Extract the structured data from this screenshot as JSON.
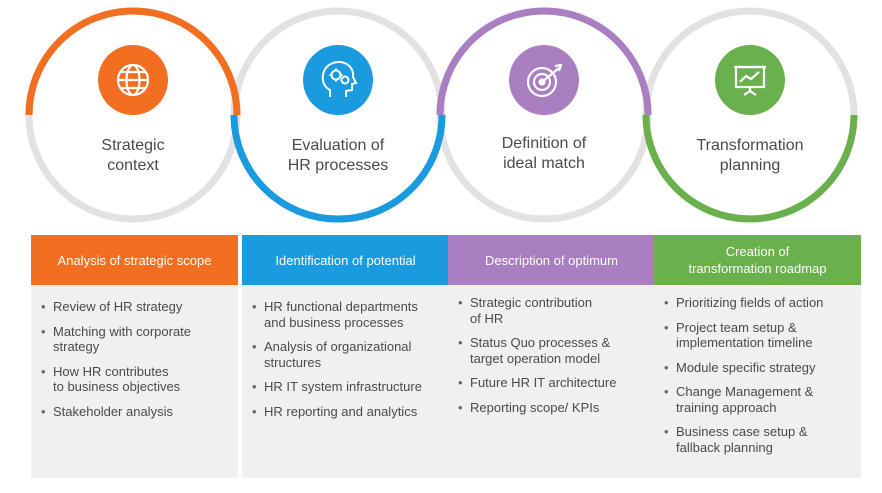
{
  "stages": [
    {
      "title": "Strategic\ncontext",
      "icon": "globe-icon",
      "color": "#f26f21"
    },
    {
      "title": "Evaluation of\nHR processes",
      "icon": "head-gears-icon",
      "color": "#1a9be0"
    },
    {
      "title": "Definition of\nideal match",
      "icon": "target-arrow-icon",
      "color": "#a97fc1"
    },
    {
      "title": "Transformation\nplanning",
      "icon": "presentation-chart-icon",
      "color": "#6ab04c"
    }
  ],
  "ring_gray": "#e2e2e2",
  "columns": [
    {
      "header": "Analysis of strategic scope",
      "items": [
        "Review of HR strategy",
        "Matching with corporate\nstrategy",
        "How HR contributes\nto business objectives",
        "Stakeholder analysis"
      ]
    },
    {
      "header": "Identification of potential",
      "items": [
        "HR functional departments\nand business processes",
        "Analysis of organizational\nstructures",
        "HR IT system infrastructure",
        "HR reporting and analytics"
      ]
    },
    {
      "header": "Description of optimum",
      "items": [
        "Strategic contribution\nof HR",
        "Status Quo processes &\ntarget operation model",
        "Future HR IT architecture",
        "Reporting scope/ KPIs"
      ]
    },
    {
      "header": "Creation of\ntransformation roadmap",
      "items": [
        "Prioritizing fields of action",
        "Project team setup &\nimplementation timeline",
        "Module specific strategy",
        "Change Management &\ntraining approach",
        "Business case setup &\nfallback planning"
      ]
    }
  ]
}
